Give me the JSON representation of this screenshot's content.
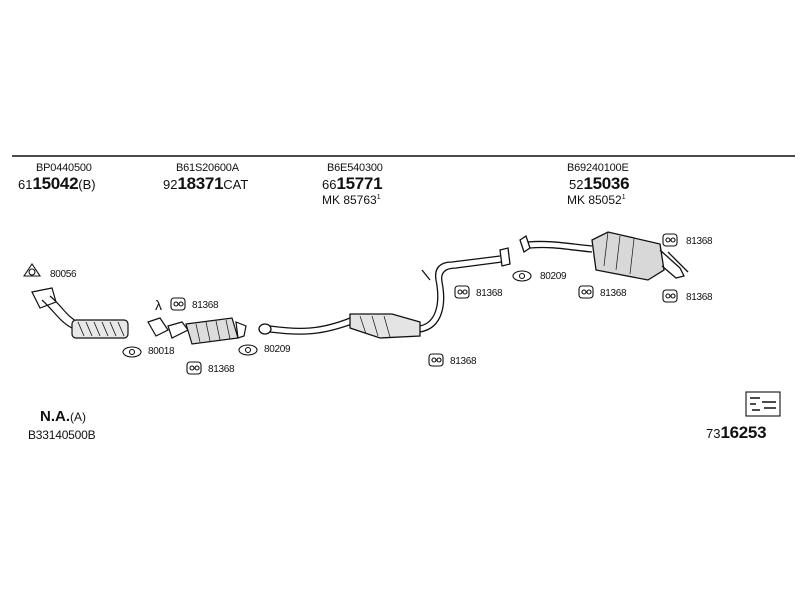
{
  "header_parts": [
    {
      "code": "BP0440500",
      "prefix": "61",
      "main": "15042",
      "suffix": "(B)"
    },
    {
      "code": "B61S20600A",
      "prefix": "92",
      "main": "18371",
      "suffix": "CAT"
    },
    {
      "code": "B6E540300",
      "prefix": "66",
      "main": "15771",
      "suffix": "",
      "mk": "MK  85763",
      "mk_sup": "1"
    },
    {
      "code": "B69240100E",
      "prefix": "52",
      "main": "15036",
      "suffix": "",
      "mk": "MK  85052",
      "mk_sup": "1"
    }
  ],
  "small_parts": {
    "p80056": "80056",
    "p80018": "80018",
    "p81368_a": "81368",
    "p81368_b": "81368",
    "p80209_a": "80209",
    "p81368_c": "81368",
    "p81368_d": "81368",
    "p80209_b": "80209",
    "p81368_e": "81368",
    "p81368_f": "81368",
    "p81368_g": "81368"
  },
  "lambda": "λ",
  "footer_left": {
    "na": "N.A.",
    "na_suffix": "(A)",
    "code": "B33140500B"
  },
  "footer_right": {
    "prefix": "73",
    "main": "16253"
  }
}
